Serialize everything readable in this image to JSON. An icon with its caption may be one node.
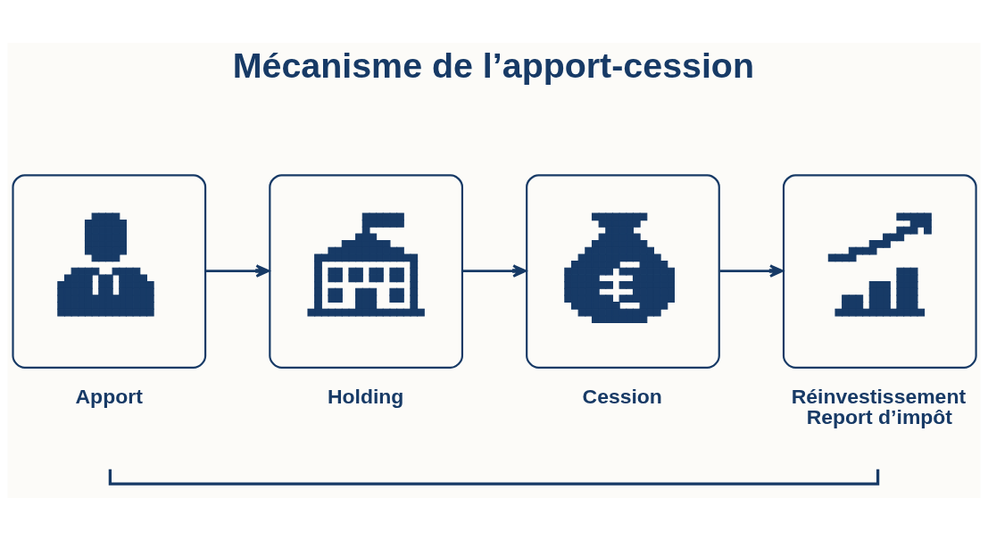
{
  "diagram": {
    "title": "Mécanisme de l’apport-cession",
    "nodes": [
      {
        "text": [
          "Apport"
        ]
      },
      {
        "text": [
          "Holding"
        ]
      },
      {
        "text": [
          "Cession"
        ]
      },
      {
        "text": [
          "Réinvestissement",
          "Report d’impôt"
        ]
      }
    ],
    "edges": [
      {
        "from": 0,
        "to": 1,
        "arrow": "to"
      },
      {
        "from": 1,
        "to": 2,
        "arrow": "to"
      },
      {
        "from": 2,
        "to": 3,
        "arrow": "to"
      }
    ]
  }
}
